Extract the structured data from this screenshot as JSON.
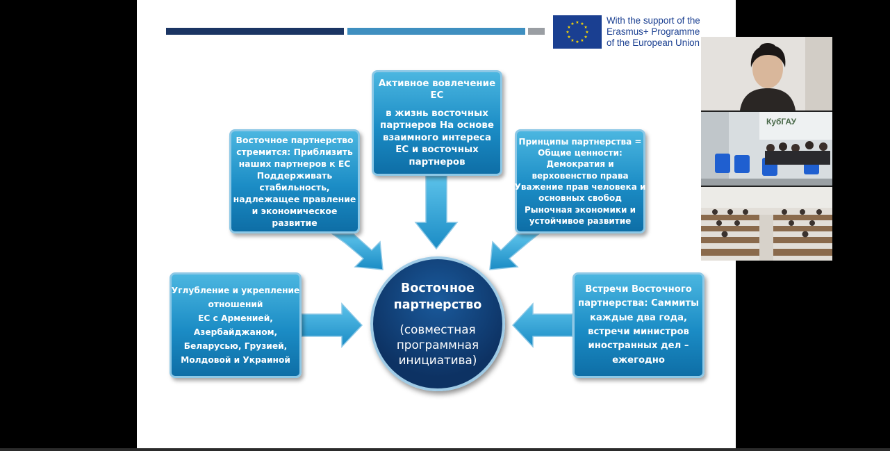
{
  "slide": {
    "eu_support": [
      "With the support of the",
      "Erasmus+ Programme",
      "of the European Union"
    ],
    "center": {
      "title": [
        "Восточное",
        "партнерство"
      ],
      "subtitle": [
        "(совместная",
        "программная",
        "инициатива)"
      ]
    },
    "boxes": {
      "top": [
        "Активное вовлечение",
        "ЕС",
        "в жизнь восточных",
        "партнеров На основе",
        "взаимного интереса",
        "ЕС и восточных",
        "партнеров"
      ],
      "upper_left": [
        "Восточное партнерство",
        "стремится:  Приблизить",
        "наших партнеров к ЕС",
        "Поддерживать",
        "стабильность,",
        "надлежащее  правление",
        "и экономическое",
        "развитие"
      ],
      "upper_right": [
        "Принципы партнерства =",
        "Общие ценности:",
        "Демократия и",
        "верховенство права",
        "Уважение прав человека и",
        "основных свобод",
        "Рыночная экономики и",
        "устойчивое развитие"
      ],
      "left": [
        "Углубление и укрепление",
        "отношений",
        "ЕС с Арменией,",
        "Азербайджаном,",
        "Беларусью, Грузией,",
        "Молдовой  и Украиной"
      ],
      "right": [
        "Встречи Восточного",
        "партнерства: Саммиты",
        "каждые два года,",
        "встречи министров",
        "иностранных дел –",
        "ежегодно"
      ]
    }
  },
  "video": {
    "tile2_sign": "КубГАУ"
  },
  "colors": {
    "navy": "#1b3563",
    "blue": "#3f8fc0",
    "box_blue": "#1b8cc5",
    "circle": "#0d3263",
    "eu_blue": "#1a3f91",
    "eu_star": "#ffdd00"
  }
}
